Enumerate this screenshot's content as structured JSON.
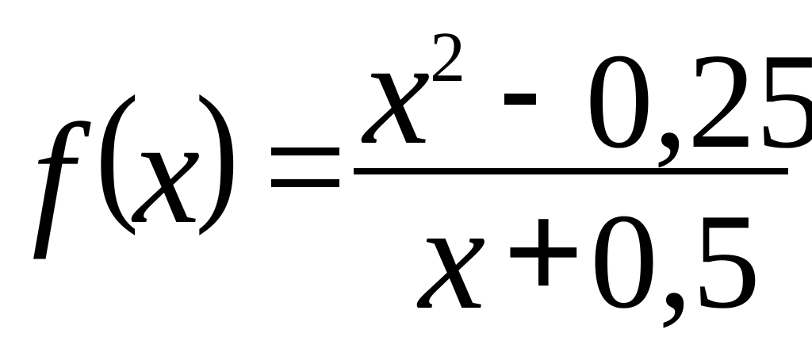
{
  "formula": {
    "lhs": {
      "function_name": "f",
      "open_paren": "(",
      "variable": "x",
      "close_paren": ")"
    },
    "equals": "=",
    "numerator": {
      "variable": "x",
      "exponent": "2",
      "operator": "-",
      "constant": "0,25"
    },
    "denominator": {
      "variable": "x",
      "operator": "+",
      "constant": "0,5"
    }
  }
}
